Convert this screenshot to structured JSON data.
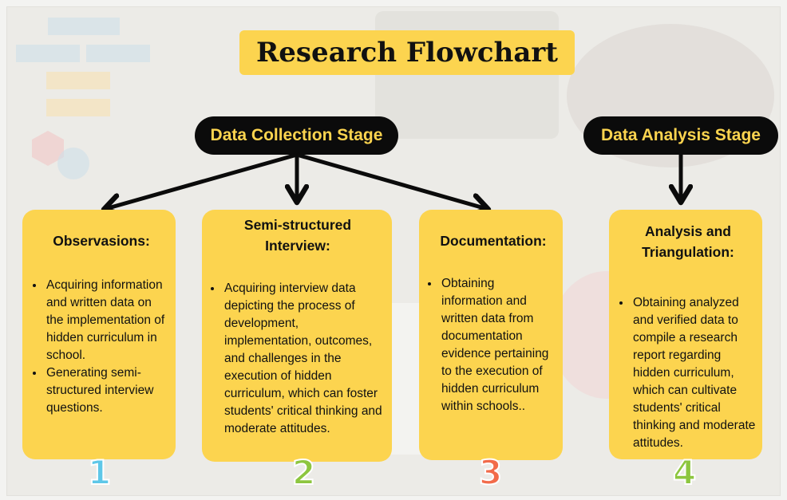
{
  "title": "Research Flowchart",
  "stages": {
    "collection": "Data Collection Stage",
    "analysis": "Data Analysis Stage"
  },
  "cards": [
    {
      "heading": "Observasions:",
      "bullets": [
        "Acquiring information and written data on the implementation of hidden curriculum in school.",
        "Generating semi-structured interview questions."
      ],
      "number": "1"
    },
    {
      "heading": "Semi-structured Interview:",
      "bullets": [
        "Acquiring interview data depicting the process of development, implementation, outcomes, and challenges in the execution of hidden curriculum, which can foster students' critical thinking and moderate attitudes."
      ],
      "number": "2"
    },
    {
      "heading": "Documentation:",
      "bullets": [
        "Obtaining information and written data from documentation evidence pertaining to the execution of hidden curriculum within schools.."
      ],
      "number": "3"
    },
    {
      "heading": "Analysis and Triangulation:",
      "bullets": [
        "Obtaining analyzed and verified data to compile a research report regarding hidden curriculum, which can cultivate students' critical thinking and moderate attitudes."
      ],
      "number": "4"
    }
  ],
  "colors": {
    "card": "#fcd44f",
    "stage_bg": "#0b0b0b",
    "stage_text": "#fcd44f",
    "num_1": "#5ec7e8",
    "num_2": "#8dc63f",
    "num_3": "#f26b4a",
    "num_4": "#8dc63f"
  }
}
